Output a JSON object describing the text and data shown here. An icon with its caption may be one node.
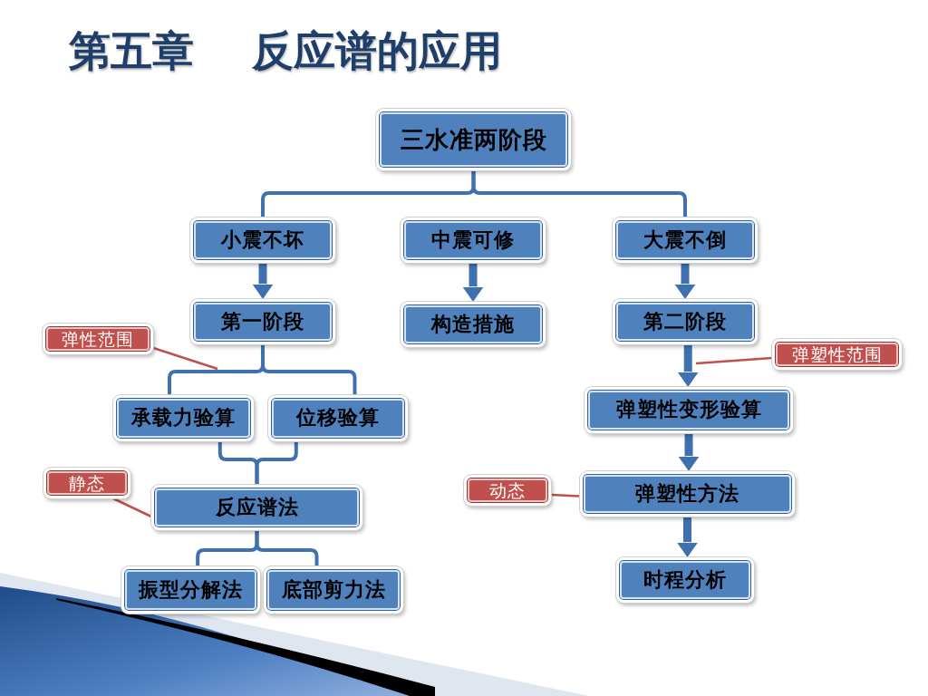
{
  "diagram": {
    "title": "第五章 反应谱的应用",
    "nodes": [
      {
        "text": [
          "三水准两阶段"
        ]
      },
      {
        "text": [
          "小震不坏"
        ]
      },
      {
        "text": [
          "中震可修"
        ]
      },
      {
        "text": [
          "大震不倒"
        ]
      },
      {
        "text": [
          "第一阶段"
        ]
      },
      {
        "text": [
          "构造措施"
        ]
      },
      {
        "text": [
          "第二阶段"
        ]
      },
      {
        "text": [
          "弹性范围"
        ]
      },
      {
        "text": [
          "承载力验算"
        ]
      },
      {
        "text": [
          "位移验算"
        ]
      },
      {
        "text": [
          "弹塑性范围"
        ]
      },
      {
        "text": [
          "弹塑性变形验算"
        ]
      },
      {
        "text": [
          "静态"
        ]
      },
      {
        "text": [
          "反应谱法"
        ]
      },
      {
        "text": [
          "动态"
        ]
      },
      {
        "text": [
          "弹塑性方法"
        ]
      },
      {
        "text": [
          "振型分解法"
        ]
      },
      {
        "text": [
          "底部剪力法"
        ]
      },
      {
        "text": [
          "时程分析"
        ]
      }
    ],
    "edges": [
      {
        "from": 0,
        "to": 1,
        "arrow": "none"
      },
      {
        "from": 0,
        "to": 3,
        "arrow": "none"
      },
      {
        "from": 1,
        "to": 4,
        "arrow": "to",
        "style": "thick"
      },
      {
        "from": 2,
        "to": 5,
        "arrow": "to",
        "style": "thick"
      },
      {
        "from": 3,
        "to": 6,
        "arrow": "to",
        "style": "thick"
      },
      {
        "from": 4,
        "to": 8,
        "arrow": "none"
      },
      {
        "from": 4,
        "to": 9,
        "arrow": "none"
      },
      {
        "from": 7,
        "to": null,
        "arrow": "none",
        "color": "#c0504d"
      },
      {
        "from": 6,
        "to": 11,
        "arrow": "to",
        "style": "thick"
      },
      {
        "from": 10,
        "to": null,
        "arrow": "none",
        "color": "#c0504d"
      },
      {
        "from": 8,
        "to": 13,
        "arrow": "none"
      },
      {
        "from": 9,
        "to": 13,
        "arrow": "none"
      },
      {
        "from": 12,
        "to": 13,
        "arrow": "none",
        "color": "#c0504d"
      },
      {
        "from": 11,
        "to": 15,
        "arrow": "to",
        "style": "thick"
      },
      {
        "from": 14,
        "to": 15,
        "arrow": "none",
        "color": "#c0504d"
      },
      {
        "from": 13,
        "to": 16,
        "arrow": "none"
      },
      {
        "from": 13,
        "to": 17,
        "arrow": "none"
      },
      {
        "from": 15,
        "to": 18,
        "arrow": "to",
        "style": "thick"
      }
    ]
  }
}
